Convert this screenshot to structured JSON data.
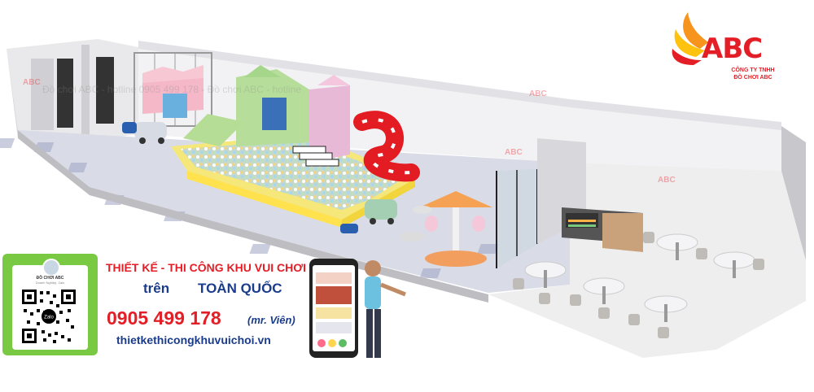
{
  "brand": {
    "logo_text": "ABC",
    "logo_subtitle_line1": "CÔNG TY TNHH",
    "logo_subtitle_line2": "ĐỒ CHƠI ABC",
    "watermark_text": "ABC",
    "colors": {
      "red": "#e41e26",
      "orange": "#f7941d",
      "yellow": "#ffc20e",
      "navy": "#1a3c8c",
      "green": "#7ac943"
    }
  },
  "watermark": {
    "line": "Đồ chơi ABC - hotline 0905 499 178 - Đồ chơi ABC - hotline"
  },
  "qr_card": {
    "name": "ĐỒ CHƠI ABC",
    "subtitle": "Doanh Nghiệp, Zalo",
    "center_label": "Zalo"
  },
  "promo": {
    "title": "THIẾT KẾ - THI CÔNG KHU VUI CHƠI",
    "subtitle_prefix": "trên",
    "subtitle_highlight": "TOÀN QUỐC",
    "phone": "0905 499 178",
    "contact": "(mr. Viên)",
    "website": "thietkethicongkhuvuichoi.vn"
  }
}
